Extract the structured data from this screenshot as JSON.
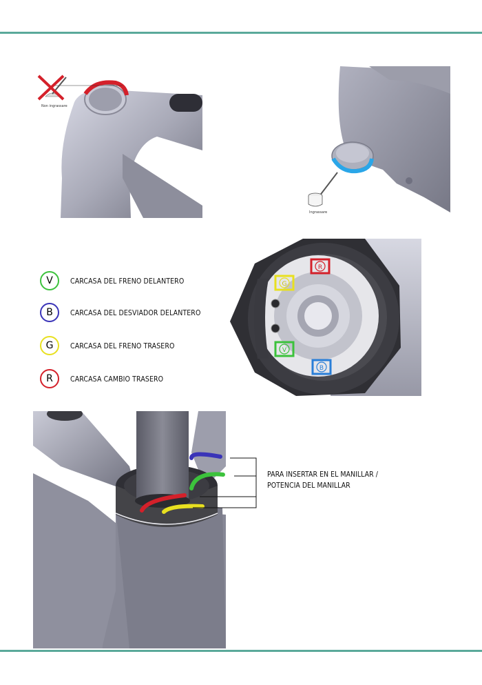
{
  "legend": {
    "items": [
      {
        "letter": "V",
        "label": "CARCASA DEL FRENO DELANTERO",
        "color": "#3cc23c"
      },
      {
        "letter": "B",
        "label": "CARCASA DEL DESVIADOR DELANTERO",
        "color": "#3a34b8"
      },
      {
        "letter": "G",
        "label": "CARCASA DEL FRENO TRASERO",
        "color": "#e8e020"
      },
      {
        "letter": "R",
        "label": "CARCASA CAMBIO TRASERO",
        "color": "#d4202a"
      }
    ]
  },
  "callout": {
    "text": "PARA INSERTAR EN EL MANILLAR / POTENCIA DEL MANILLAR"
  },
  "figures": {
    "no_grease_label": "Non ingrassare",
    "grease_label": "Ingrassare",
    "cap_labels": {
      "red": "R",
      "yellow": "G",
      "green": "V",
      "blue": "B"
    }
  },
  "colors": {
    "rule": "#5aa99a",
    "frame": "#9a9aa6",
    "cap": "#3a3a3a"
  }
}
